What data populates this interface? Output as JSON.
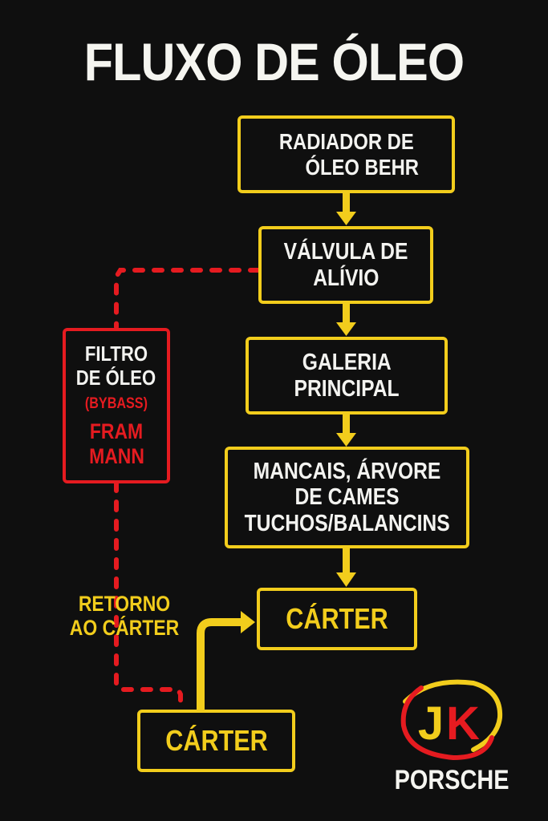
{
  "title": "FLUXO DE ÓLEO",
  "colors": {
    "background": "#0f0f0f",
    "flow": "#f2cd1c",
    "bypass": "#e51b20",
    "text": "#f3f3f0"
  },
  "nodes": {
    "radiator": {
      "lines": [
        "RADIADOR DE",
        "ÓLEO BEHR"
      ]
    },
    "relief_valve": {
      "lines": [
        "VÁLVULA DE",
        "ALÍVIO"
      ]
    },
    "main_gallery": {
      "lines": [
        "GALERIA",
        "PRINCIPAL"
      ]
    },
    "bearings": {
      "lines": [
        "MANCAIS, ÁRVORE",
        "DE CAMES",
        "TUCHOS/BALANCINS"
      ]
    },
    "sump_main": {
      "lines": [
        "CÁRTER"
      ]
    },
    "sump_bottom": {
      "lines": [
        "CÁRTER"
      ]
    },
    "oil_filter": {
      "lines": [
        "FILTRO",
        "DE ÓLEO"
      ],
      "note": "(BYBASS)",
      "brands": [
        "FRAM",
        "MANN"
      ]
    }
  },
  "return_label": [
    "RETORNO",
    "AO CÁRTER"
  ],
  "logo": {
    "monogram_left": "J",
    "monogram_right": "K",
    "brand": "PORSCHE"
  }
}
